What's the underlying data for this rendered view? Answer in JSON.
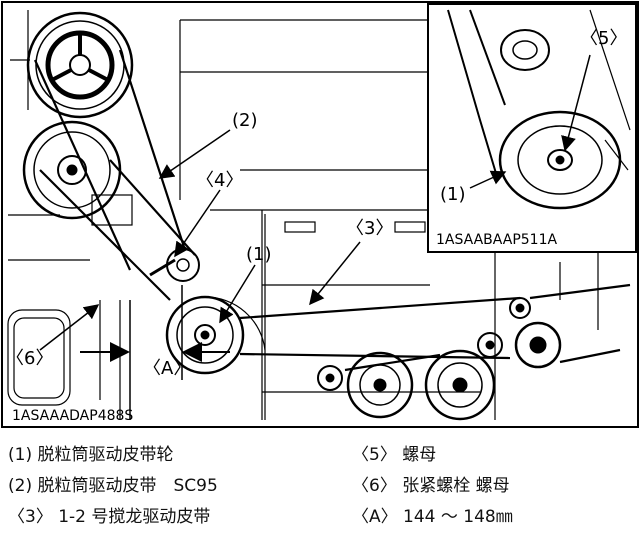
{
  "figure": {
    "main_code": "1ASAAADAP488S",
    "inset_code": "1ASAABAAP511A"
  },
  "callouts": {
    "c1_main": "(1)",
    "c2": "(2)",
    "c3": "〈3〉",
    "c4": "〈4〉",
    "c6": "〈6〉",
    "ca": "〈A〉",
    "c1_inset": "(1)",
    "c5": "〈5〉"
  },
  "legend": {
    "item1": "(1) 脱粒筒驱动皮带轮",
    "item2": "(2) 脱粒筒驱动皮带　SC95",
    "item3": "〈3〉 1-2 号搅龙驱动皮带",
    "item5": "〈5〉 螺母",
    "item6": "〈6〉 张紧螺栓 螺母",
    "itemA": "〈A〉 144 ～ 148㎜"
  }
}
